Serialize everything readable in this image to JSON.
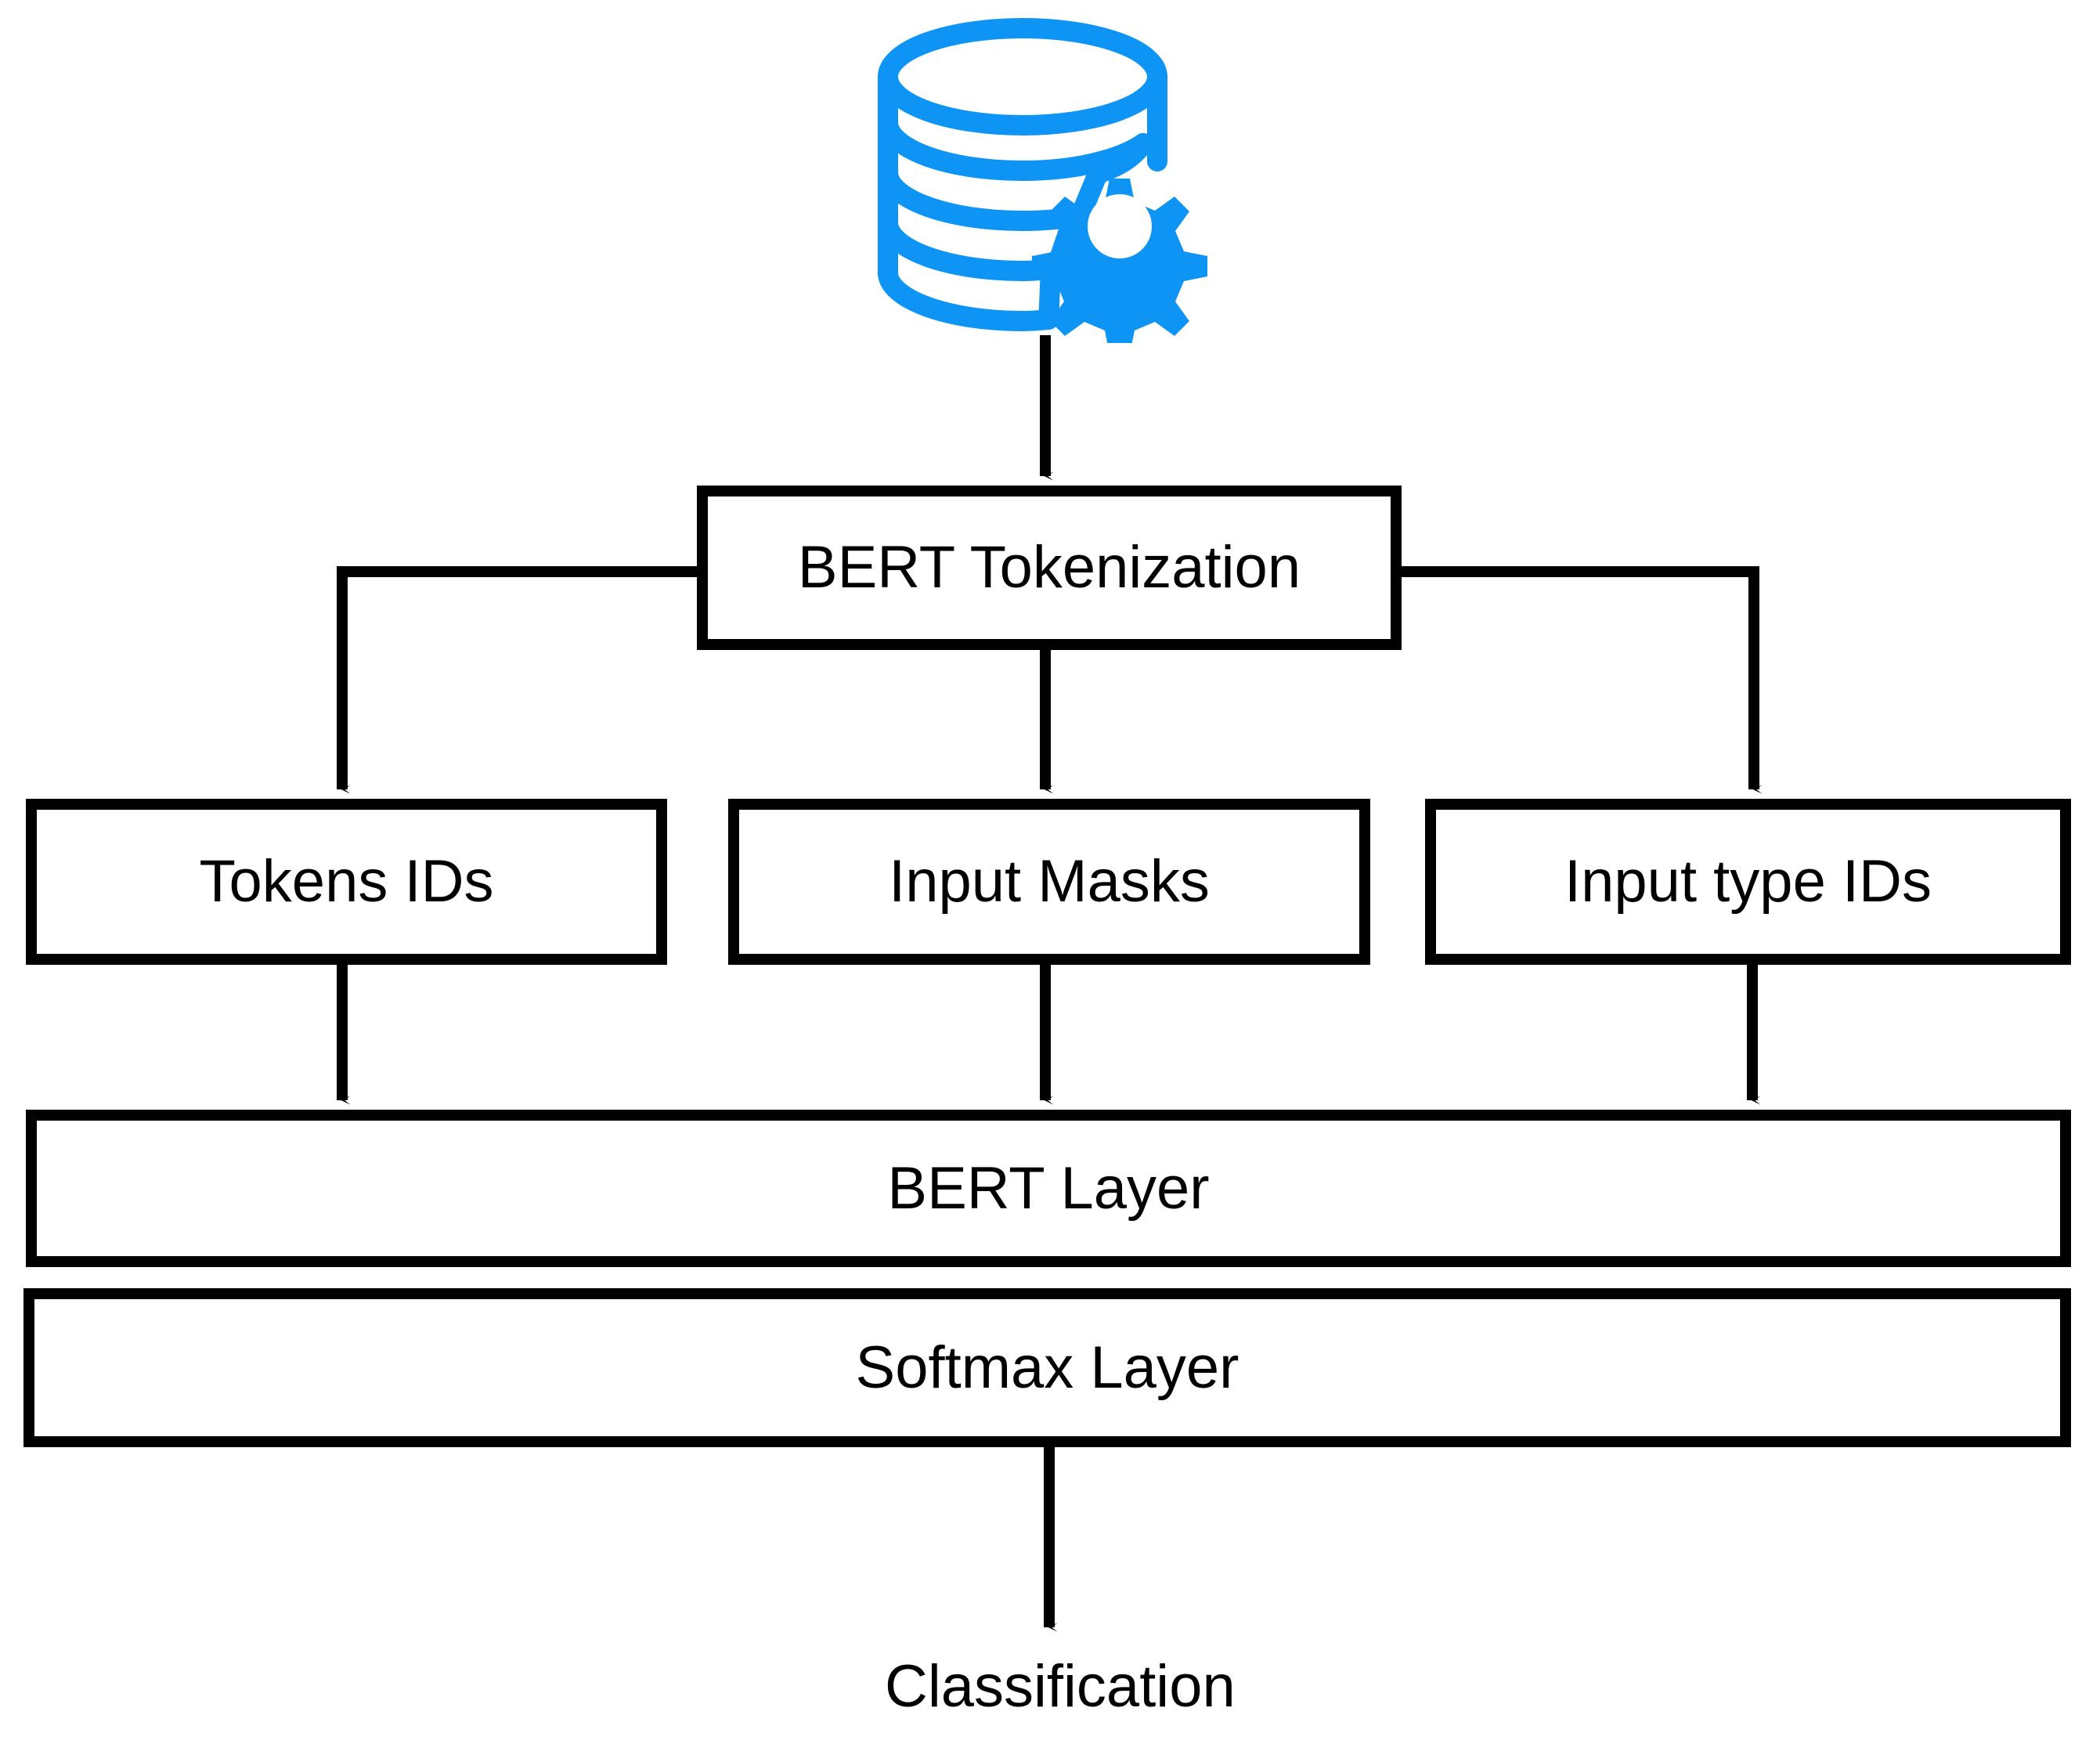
{
  "diagram": {
    "title": "BERT text classification pipeline",
    "colors": {
      "accent_blue": "#0d94f4",
      "stroke_black": "#000000",
      "background_white": "#ffffff"
    },
    "source_icon": {
      "name": "database-settings-icon",
      "label": "Database with gear"
    },
    "nodes": {
      "tokenization": "BERT Tokenization",
      "tokens_ids": "Tokens IDs",
      "input_masks": "Input Masks",
      "input_type_ids": "Input type IDs",
      "bert_layer": "BERT Layer",
      "softmax_layer": "Softmax Layer",
      "classification": "Classification"
    },
    "edges": [
      {
        "from": "database-settings-icon",
        "to": "BERT Tokenization"
      },
      {
        "from": "BERT Tokenization",
        "to": "Tokens IDs"
      },
      {
        "from": "BERT Tokenization",
        "to": "Input Masks"
      },
      {
        "from": "BERT Tokenization",
        "to": "Input type IDs"
      },
      {
        "from": "Tokens IDs",
        "to": "BERT Layer"
      },
      {
        "from": "Input Masks",
        "to": "BERT Layer"
      },
      {
        "from": "Input type IDs",
        "to": "BERT Layer"
      },
      {
        "from": "Softmax Layer",
        "to": "Classification"
      }
    ]
  }
}
